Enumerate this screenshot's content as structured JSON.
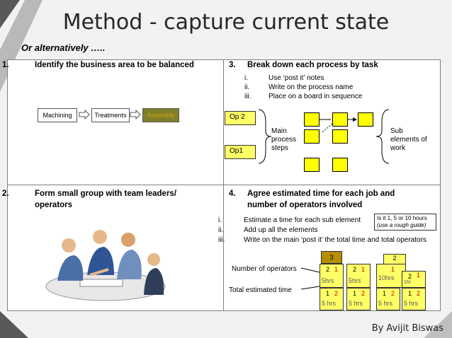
{
  "title": "Method - capture current state",
  "subtitle": "Or alternatively …..",
  "q1": {
    "number": "1.",
    "heading": "Identify the business area to be balanced",
    "flow": [
      "Machining",
      "Treatments",
      "Assembly"
    ]
  },
  "q3": {
    "number": "3.",
    "heading": "Break down each process by task",
    "steps": [
      {
        "n": "i.",
        "text": "Use ‘post it’ notes"
      },
      {
        "n": "ii.",
        "text": "Write on the process name"
      },
      {
        "n": "iii.",
        "text": "Place on a board in sequence"
      }
    ],
    "op2": "Op 2",
    "op1": "Op1",
    "main_label": "Main process steps",
    "sub_label": "Sub elements of work"
  },
  "q2": {
    "number": "2.",
    "heading_line1": "Form small group with team leaders/",
    "heading_line2": "operators"
  },
  "q4": {
    "number": "4.",
    "heading_line1": "Agree estimated time for each job and",
    "heading_line2": "number of operators involved",
    "hint_line1": "Is it 1, 5 or 10 hours",
    "hint_line2": "(use a rough guide)",
    "steps": [
      {
        "n": "i.",
        "text": "Estimate a time for each sub element"
      },
      {
        "n": "ii.",
        "text": "Add up all the elements"
      },
      {
        "n": "iii.",
        "text": "Write on the main ‘post it’ the total time and total operators"
      }
    ],
    "ops_label": "Number of operators",
    "time_label": "Total estimated time",
    "top_note": "3",
    "col2_top": "2",
    "notes": [
      {
        "ops": "2",
        "mark": "1",
        "time": "5hrs"
      },
      {
        "ops": "2",
        "mark": "1",
        "time": "5hrs"
      },
      {
        "ops": "",
        "mark": "1",
        "time": "10hrs"
      },
      {
        "ops": "2",
        "mark": "1",
        "time": "1hr"
      }
    ],
    "bottom": [
      {
        "ops": "1",
        "mark": "2",
        "time": "5 hrs"
      },
      {
        "ops": "1",
        "mark": "2",
        "time": "5 hrs"
      },
      {
        "ops": "1",
        "mark": "2",
        "time": "5 hrs"
      },
      {
        "ops": "1",
        "mark": "2",
        "time": "5 hrs"
      }
    ]
  },
  "byline": "By Avijit Biswas",
  "colors": {
    "note": "#ffff66",
    "assembly": "#7f7f2a",
    "accent_red": "#cc0000"
  }
}
